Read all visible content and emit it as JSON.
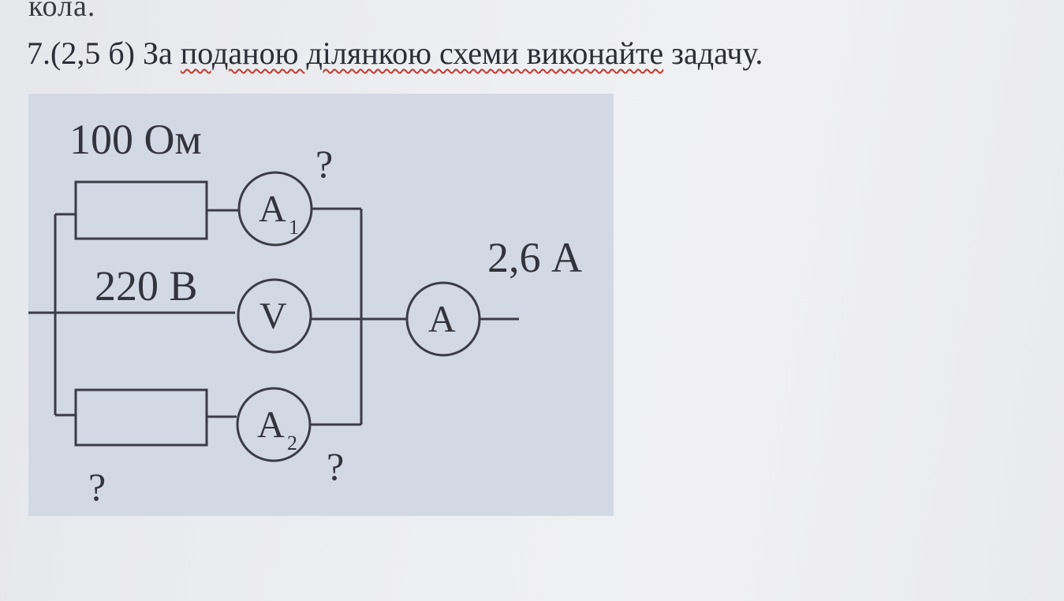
{
  "document": {
    "prev_line": "кола.",
    "task_prefix": "7.(2,5 б) За ",
    "task_underlined": "поданою ділянкою схеми виконайте",
    "task_suffix": " задачу."
  },
  "figure": {
    "resistor_top_label": "100 Ом",
    "voltage_label": "220 В",
    "main_current_label": "2,6 А",
    "ammeter1_unknown": "?",
    "ammeter2_unknown": "?",
    "resistor_bottom_unknown": "?",
    "ammeter1_letter": "A",
    "ammeter1_sub": "1",
    "ammeter2_letter": "A",
    "ammeter2_sub": "2",
    "voltmeter_letter": "V",
    "ammeter_main_letter": "A"
  }
}
